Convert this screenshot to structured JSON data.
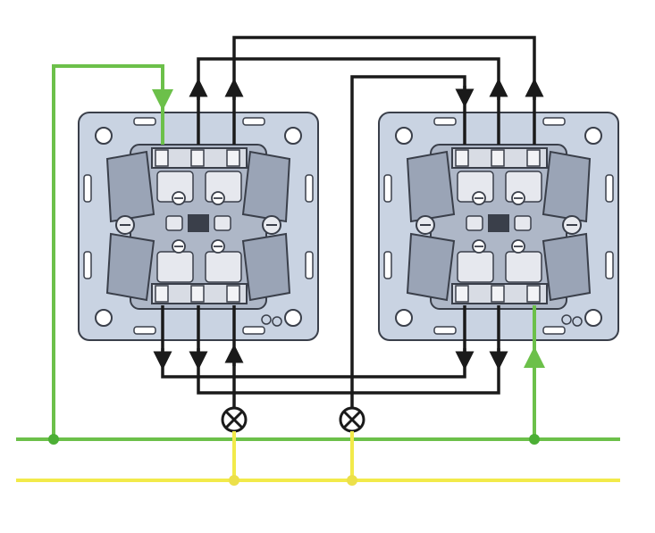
{
  "diagram": {
    "kind": "wiring-diagram",
    "devices": [
      {
        "id": "switch-left",
        "type": "double-two-way-switch"
      },
      {
        "id": "switch-right",
        "type": "double-two-way-switch"
      }
    ],
    "loads": [
      {
        "id": "lamp-1",
        "type": "lamp"
      },
      {
        "id": "lamp-2",
        "type": "lamp"
      }
    ],
    "supply": [
      {
        "id": "green-line",
        "role": "phase"
      },
      {
        "id": "yellow-line",
        "role": "neutral"
      }
    ],
    "wire_groups": [
      "travellers-top",
      "travellers-bottom",
      "lamp-feeds"
    ]
  },
  "colors": {
    "background": "#ffffff",
    "plate": "#c9d3e2",
    "plate_stroke": "#3a3f4a",
    "mechanism": "#9aa4b6",
    "mechanism_dark": "#6f7889",
    "terminal": "#e8eaef",
    "wire_black": "#1a1a1a",
    "wire_green": "#6cc04a",
    "wire_yellow": "#f2ea4a",
    "node": "#4caf35",
    "node_yellow": "#ece04a"
  }
}
